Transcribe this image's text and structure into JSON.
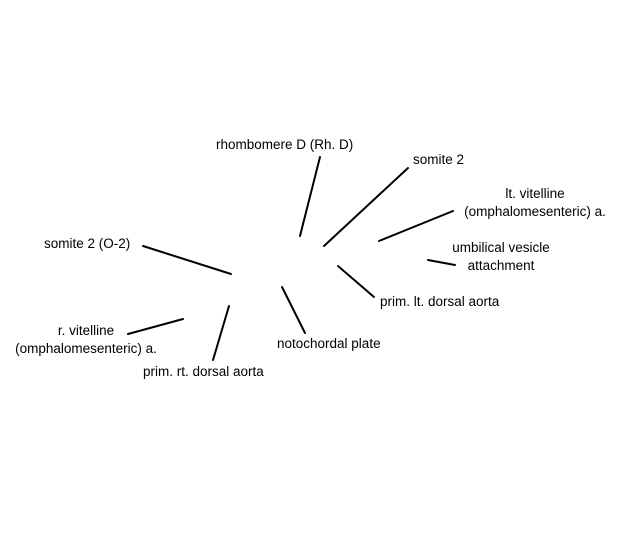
{
  "labels": {
    "rhombomere": "rhombomere D (Rh. D)",
    "somite2_right": "somite 2",
    "lt_vitelline": {
      "line1": "lt. vitelline",
      "line2": "(omphalomesenteric) a."
    },
    "umbilical": {
      "line1": "umbilical vesicle",
      "line2": "attachment"
    },
    "somite2_o2": "somite 2 (O-2)",
    "prim_lt_dorsal_aorta": "prim. lt. dorsal aorta",
    "r_vitelline": {
      "line1": "r. vitelline",
      "line2": "(omphalomesenteric) a."
    },
    "notochordal_plate": "notochordal plate",
    "prim_rt_dorsal_aorta": "prim. rt. dorsal aorta"
  },
  "colors": {
    "background": "#ffffff",
    "text": "#000000",
    "leader_line": "#000000"
  }
}
